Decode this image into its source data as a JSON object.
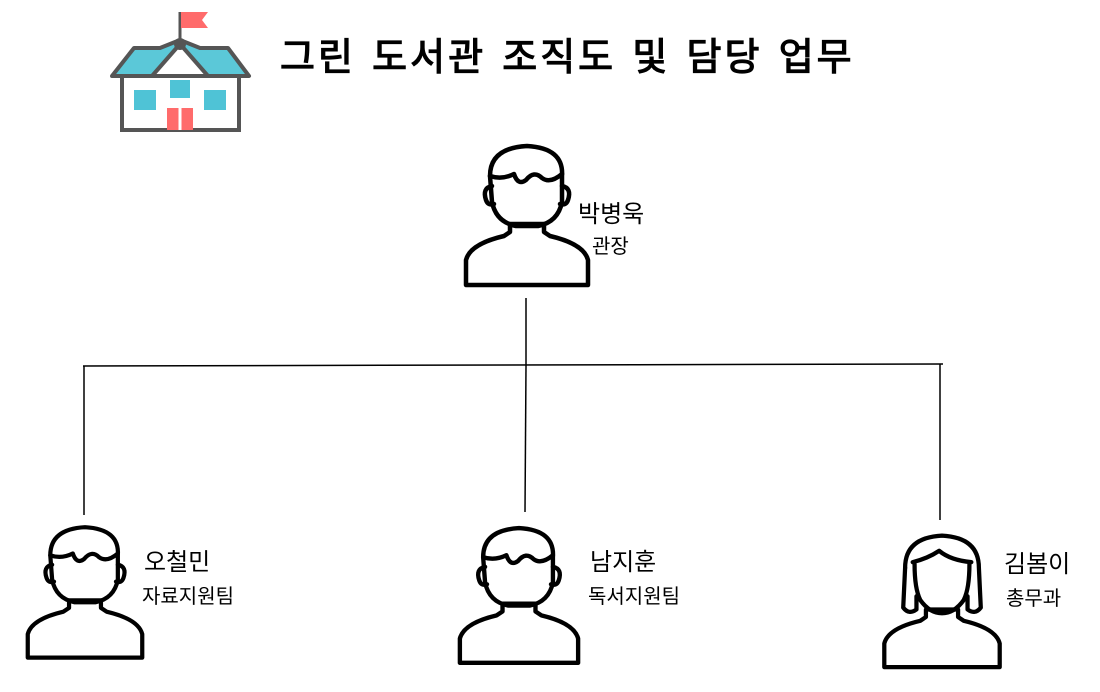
{
  "title": "그린 도서관 조직도 및 담당 업무",
  "icon": "library-building-icon",
  "colors": {
    "roof": "#5bc8d8",
    "window": "#4fc3d6",
    "door": "#ff6b6b",
    "flag": "#ff6b6b",
    "outline": "#555555"
  },
  "director": {
    "name": "박병욱",
    "role": "관장"
  },
  "members": [
    {
      "name": "오철민",
      "role": "자료지원팀"
    },
    {
      "name": "남지훈",
      "role": "독서지원팀"
    },
    {
      "name": "김봄이",
      "role": "총무과"
    }
  ]
}
